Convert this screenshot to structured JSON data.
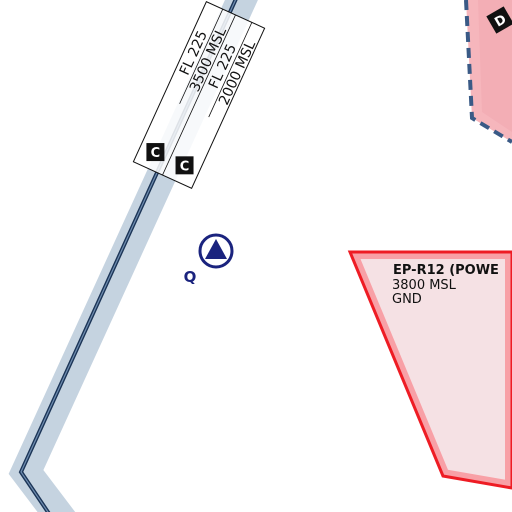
{
  "map": {
    "airways": [
      {
        "id": "airway-left",
        "top_label": "FL 225",
        "bottom_label": "3500 MSL",
        "class_badge": "C"
      },
      {
        "id": "airway-right",
        "top_label": "FL 225",
        "bottom_label": "2000 MSL",
        "class_badge": "C"
      }
    ],
    "waypoint": {
      "label": "Q",
      "symbol": "triangle-in-circle-icon"
    },
    "restricted_area": {
      "name": "EP-R12 (POWE",
      "upper_limit": "3800 MSL",
      "lower_limit": "GND"
    },
    "danger_area": {
      "badge": "D"
    }
  },
  "colors": {
    "airway_corridor": "#c5d3e0",
    "airway_line": "#1c3557",
    "restricted_fill": "#f5e1e4",
    "restricted_border": "#ee1c24",
    "restricted_border_halo": "#f8a0a6",
    "danger_fill": "#f6b6bc",
    "danger_border": "#3a5a86",
    "waypoint": "#1a237e"
  }
}
